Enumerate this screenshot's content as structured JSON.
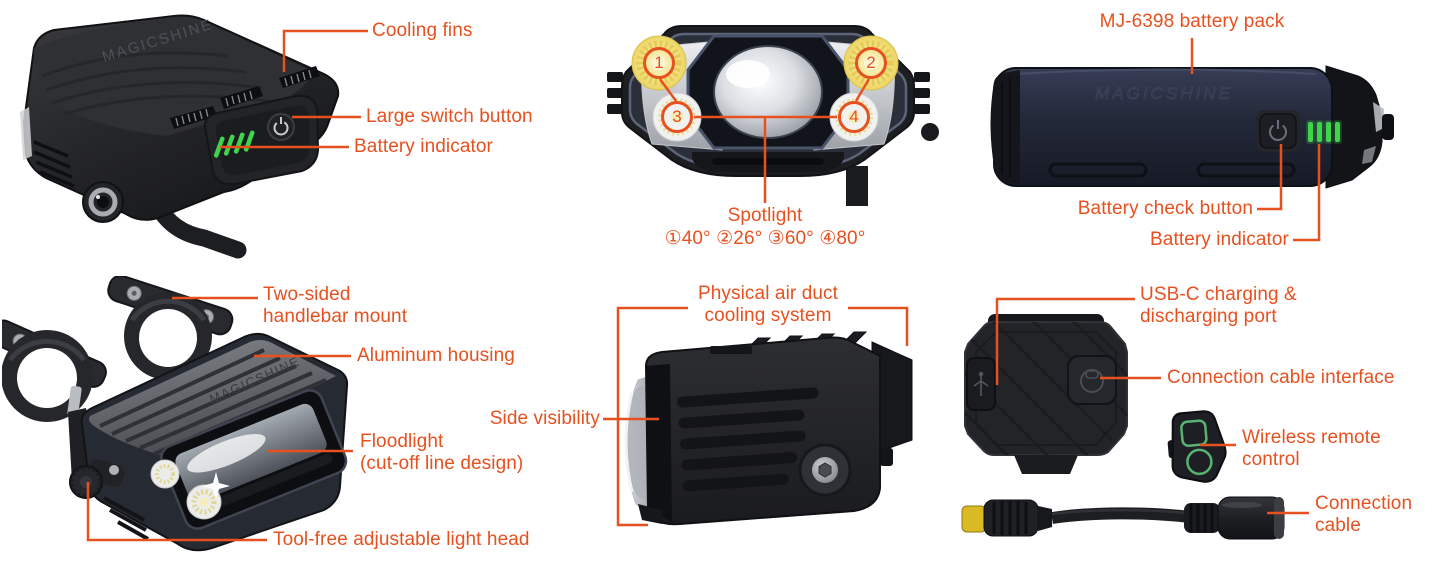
{
  "brand": "MAGICSHINE",
  "accent_color": "#E7511F",
  "indicator_green": "#3FD44B",
  "panels": {
    "headlight": {
      "labels": {
        "cooling_fins": "Cooling fins",
        "switch_button": "Large switch button",
        "battery_indicator": "Battery indicator"
      }
    },
    "front_view": {
      "callouts": [
        "1",
        "2",
        "3",
        "4"
      ],
      "spotlight": {
        "title": "Spotlight",
        "specs": "①40° ②26° ③60° ④80°"
      }
    },
    "battery_pack": {
      "title": "MJ-6398 battery pack",
      "labels": {
        "check_button": "Battery check button",
        "indicator": "Battery indicator"
      }
    },
    "mounted_light": {
      "labels": {
        "handlebar_mount": {
          "lines": [
            "Two-sided",
            "handlebar mount"
          ]
        },
        "aluminum_housing": "Aluminum housing",
        "floodlight": {
          "lines": [
            "Floodlight",
            "(cut-off line design)"
          ]
        },
        "adjustable_head": "Tool-free adjustable light head"
      }
    },
    "side_view": {
      "labels": {
        "cooling_system": {
          "lines": [
            "Physical air duct",
            "cooling system"
          ]
        },
        "side_visibility": "Side visibility"
      }
    },
    "accessories": {
      "labels": {
        "usb_port": {
          "lines": [
            "USB-C charging &",
            "discharging port"
          ]
        },
        "cable_interface": "Connection cable interface",
        "remote": {
          "lines": [
            "Wireless remote",
            "control"
          ]
        },
        "cable": {
          "lines": [
            "Connection",
            "cable"
          ]
        }
      }
    }
  }
}
